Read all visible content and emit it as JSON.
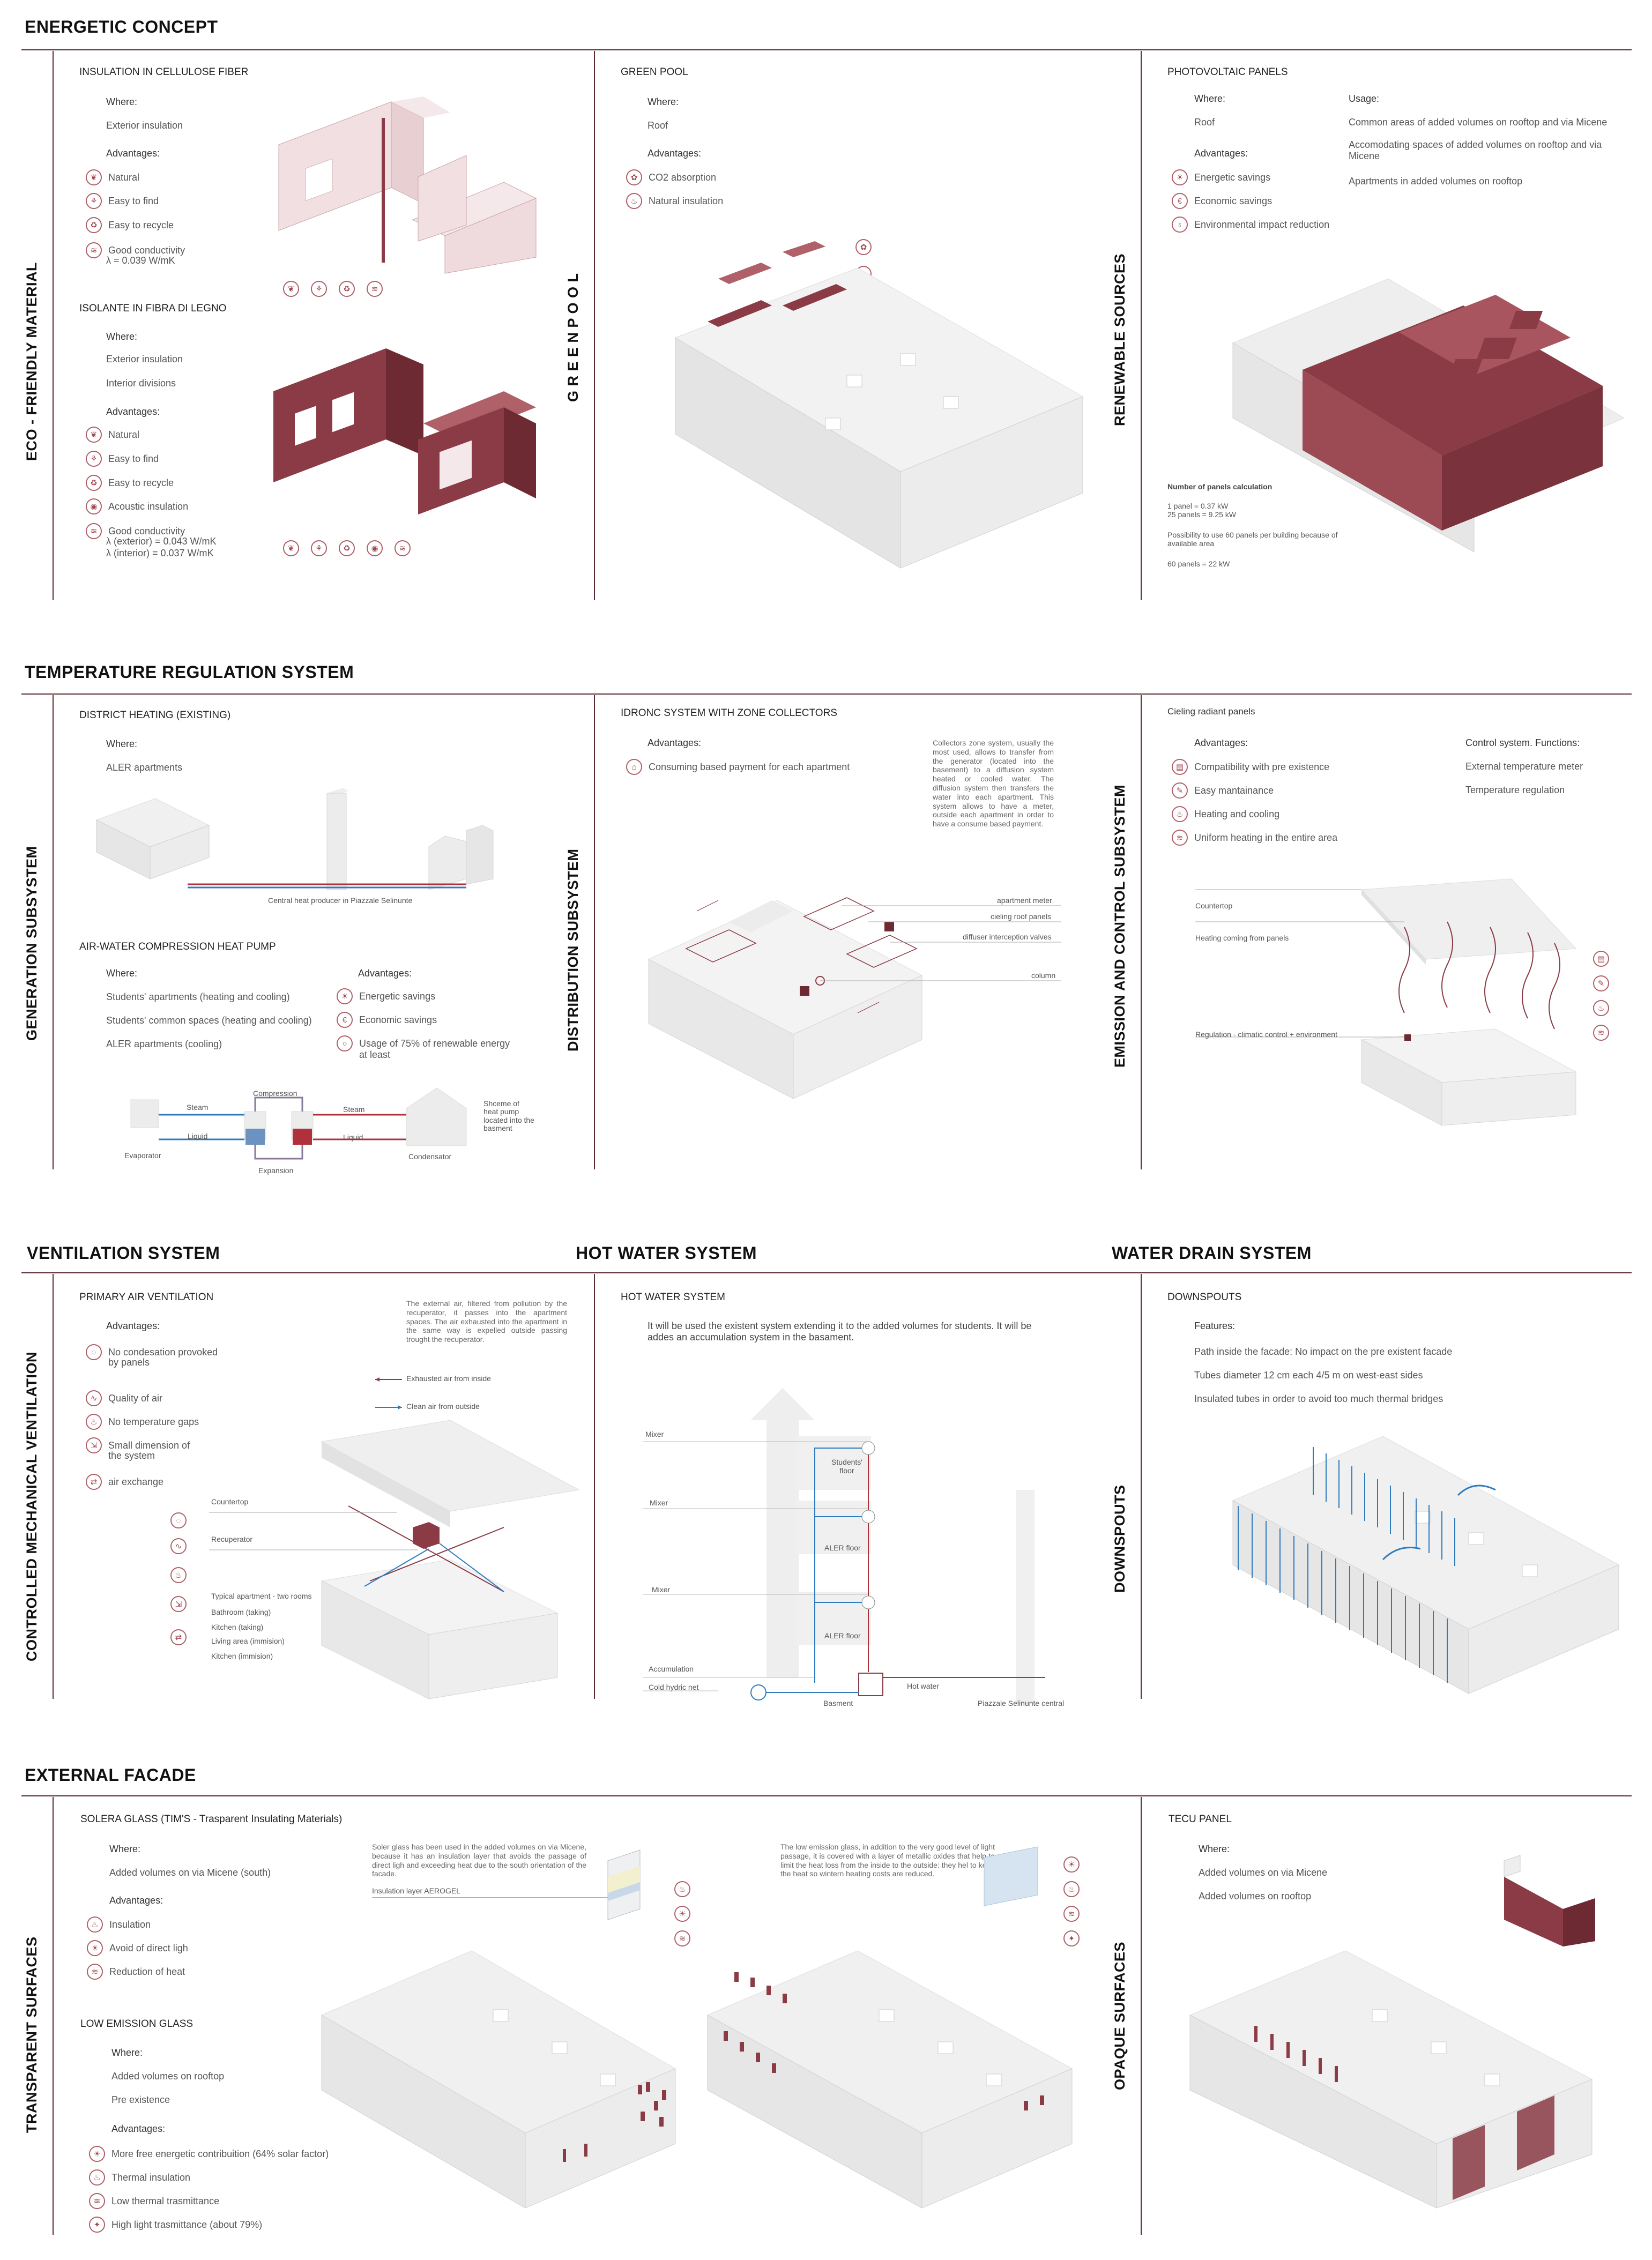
{
  "sections": {
    "energetic": "ENERGETIC CONCEPT",
    "temperature": "TEMPERATURE REGULATION SYSTEM",
    "ventilation": "VENTILATION SYSTEM",
    "hotwater": "HOT WATER SYSTEM",
    "waterdrain": "WATER DRAIN SYSTEM",
    "facade": "EXTERNAL FACADE"
  },
  "vertical_labels": {
    "eco": "ECO - FRIENDLY MATERIAL",
    "greenpool": "G R E E N P O O L",
    "renewable": "RENEWABLE SOURCES",
    "generation": "GENERATION SUBSYSTEM",
    "distribution": "DISTRIBUTION SUBSYSTEM",
    "emission": "EMISSION AND CONTROL SUBSYSTEM",
    "cmv": "CONTROLLED MECHANICAL VENTILATION",
    "downspouts": "DOWNSPOUTS",
    "transparent": "TRANSPARENT SURFACES",
    "opaque": "OPAQUE SURFACES"
  },
  "common": {
    "where": "Where:",
    "advantages": "Advantages:",
    "usage": "Usage:",
    "features": "Features:"
  },
  "cellulose": {
    "title": "INSULATION IN CELLULOSE FIBER",
    "where": "Exterior insulation",
    "adv": [
      "Natural",
      "Easy to find",
      "Easy to recycle",
      "Good conductivity"
    ],
    "lambda": "λ = 0.039 W/mK"
  },
  "wood": {
    "title": "ISOLANTE IN FIBRA DI LEGNO",
    "where": [
      "Exterior insulation",
      "Interior divisions"
    ],
    "adv": [
      "Natural",
      "Easy to find",
      "Easy to recycle",
      "Acoustic insulation",
      "Good conductivity"
    ],
    "lambda1": "λ (exterior) = 0.043 W/mK",
    "lambda2": "λ (interior) = 0.037 W/mK"
  },
  "greenpool": {
    "title": "GREEN POOL",
    "where": "Roof",
    "adv": [
      "CO2 absorption",
      "Natural insulation"
    ]
  },
  "pv": {
    "title": "PHOTOVOLTAIC PANELS",
    "where": "Roof",
    "usage": [
      "Common areas of added volumes on rooftop and via Micene",
      "Accomodating spaces of added volumes on rooftop and via Micene",
      "Apartments in added volumes on rooftop"
    ],
    "adv": [
      "Energetic savings",
      "Economic savings",
      "Environmental impact reduction"
    ],
    "calc_title": "Number of panels calculation",
    "calc1": "1 panel = 0.37 kW",
    "calc2": "25 panels = 9.25 kW",
    "calc3": "Possibility to use 60 panels per building because of available area",
    "calc4": "60 panels = 22 kW"
  },
  "district": {
    "title": "DISTRICT HEATING (EXISTING)",
    "where": "ALER apartments",
    "caption": "Central heat producer in Piazzale Selinunte"
  },
  "heatpump": {
    "title": "AIR-WATER COMPRESSION HEAT PUMP",
    "where": [
      "Students' apartments (heating and cooling)",
      "Students' common spaces (heating and cooling)",
      "ALER apartments (cooling)"
    ],
    "adv": [
      "Energetic savings",
      "Economic savings",
      "Usage of 75% of renewable energy"
    ],
    "adv_extra": "at least",
    "diagram": {
      "compression": "Compression",
      "steam1": "Steam",
      "steam2": "Steam",
      "liquid1": "Liquid",
      "liquid2": "Liquid",
      "evaporator": "Evaporator",
      "condensator": "Condensator",
      "expansion": "Expansion",
      "scheme": [
        "Shceme of",
        "heat pump",
        "located into the",
        "basment"
      ]
    }
  },
  "idronic": {
    "title": "IDRONC SYSTEM WITH ZONE COLLECTORS",
    "adv": "Consuming based payment for each apartment",
    "para": "Collectors zone system, usually the most used, allows to transfer from the generator (located into the basement) to a diffusion system heated or cooled water. The diffusion system then transfers the water into each apartment. This system allows to have a meter, outside each apartment in order to have a consume based payment.",
    "labels": [
      "apartment meter",
      "cieling roof panels",
      "diffuser interception valves",
      "column"
    ]
  },
  "radiant": {
    "title": "Cieling radiant panels",
    "adv": [
      "Compatibility with pre existence",
      "Easy mantainance",
      "Heating and cooling",
      "Uniform heating in the entire area"
    ],
    "control_title": "Control system. Functions:",
    "control": [
      "External temperature meter",
      "Temperature regulation"
    ],
    "labels": [
      "Countertop",
      "Heating coming from panels",
      "Regulation - climatic control + environment"
    ]
  },
  "vent": {
    "title": "PRIMARY AIR VENTILATION",
    "adv": [
      "No condesation provoked",
      "Quality of air",
      "No temperature gaps",
      "Small dimension of",
      "air exchange"
    ],
    "adv_extra": [
      "by panels",
      "the system"
    ],
    "para": "The external air, filtered from pollution by the recuperator, it passes into the apartment spaces. The air exhausted into the apartment in the same way is expelled outside passing trought the recuperator.",
    "legend": [
      "Exhausted air from inside",
      "Clean air from outside"
    ],
    "labels": [
      "Countertop",
      "Recuperator",
      "Typical apartment - two rooms",
      "Bathroom (taking)",
      "Kitchen (taking)",
      "Living area (immision)",
      "Kitchen (immision)"
    ]
  },
  "hotwater": {
    "title": "HOT WATER SYSTEM",
    "text": "It will be used the existent system extending it to the added volumes for students. It will be addes an accumulation system in the basament.",
    "labels": [
      "Mixer",
      "Mixer",
      "Mixer",
      "Students' floor",
      "ALER floor",
      "ALER floor",
      "Accumulation",
      "Cold hydric net",
      "Hot water",
      "Basment",
      "Piazzale Selinunte central"
    ]
  },
  "downspouts": {
    "title": "DOWNSPOUTS",
    "features": [
      "Path inside the facade: No impact on the pre existent facade",
      "Tubes diameter 12 cm each 4/5 m on west-east sides",
      "Insulated tubes in order to avoid too much thermal bridges"
    ]
  },
  "solera": {
    "title": "SOLERA GLASS (TIM'S - Trasparent Insulating Materials)",
    "where": "Added volumes on via Micene (south)",
    "adv": [
      "Insulation",
      "Avoid of direct ligh",
      "Reduction of heat"
    ],
    "para": "Soler glass has been used in the added volumes on via Micene, because it has an insulation layer that avoids the passage of direct ligh and exceeding heat due to the south orientation of the facade.",
    "layer": "Insulation layer AEROGEL"
  },
  "lowe": {
    "title": "LOW EMISSION GLASS",
    "where": [
      "Added volumes on rooftop",
      "Pre existence"
    ],
    "adv": [
      "More free energetic contribuition (64% solar factor)",
      "Thermal insulation",
      "Low thermal trasmittance",
      "High light trasmittance (about 79%)"
    ],
    "para": "The low emission glass, in addition to the very good level of light passage, it is covered with a layer of metallic oxides that help to limit the heat loss from the inside to the outside: they hel to keep the heat so wintern heating costs are reduced."
  },
  "tecu": {
    "title": "TECU PANEL",
    "where": [
      "Added volumes on via Micene",
      "Added volumes on rooftop"
    ]
  },
  "colors": {
    "accent": "#8a3b45",
    "line": "#5a2a30",
    "blue": "#2e7bbf",
    "red": "#b0303c"
  }
}
